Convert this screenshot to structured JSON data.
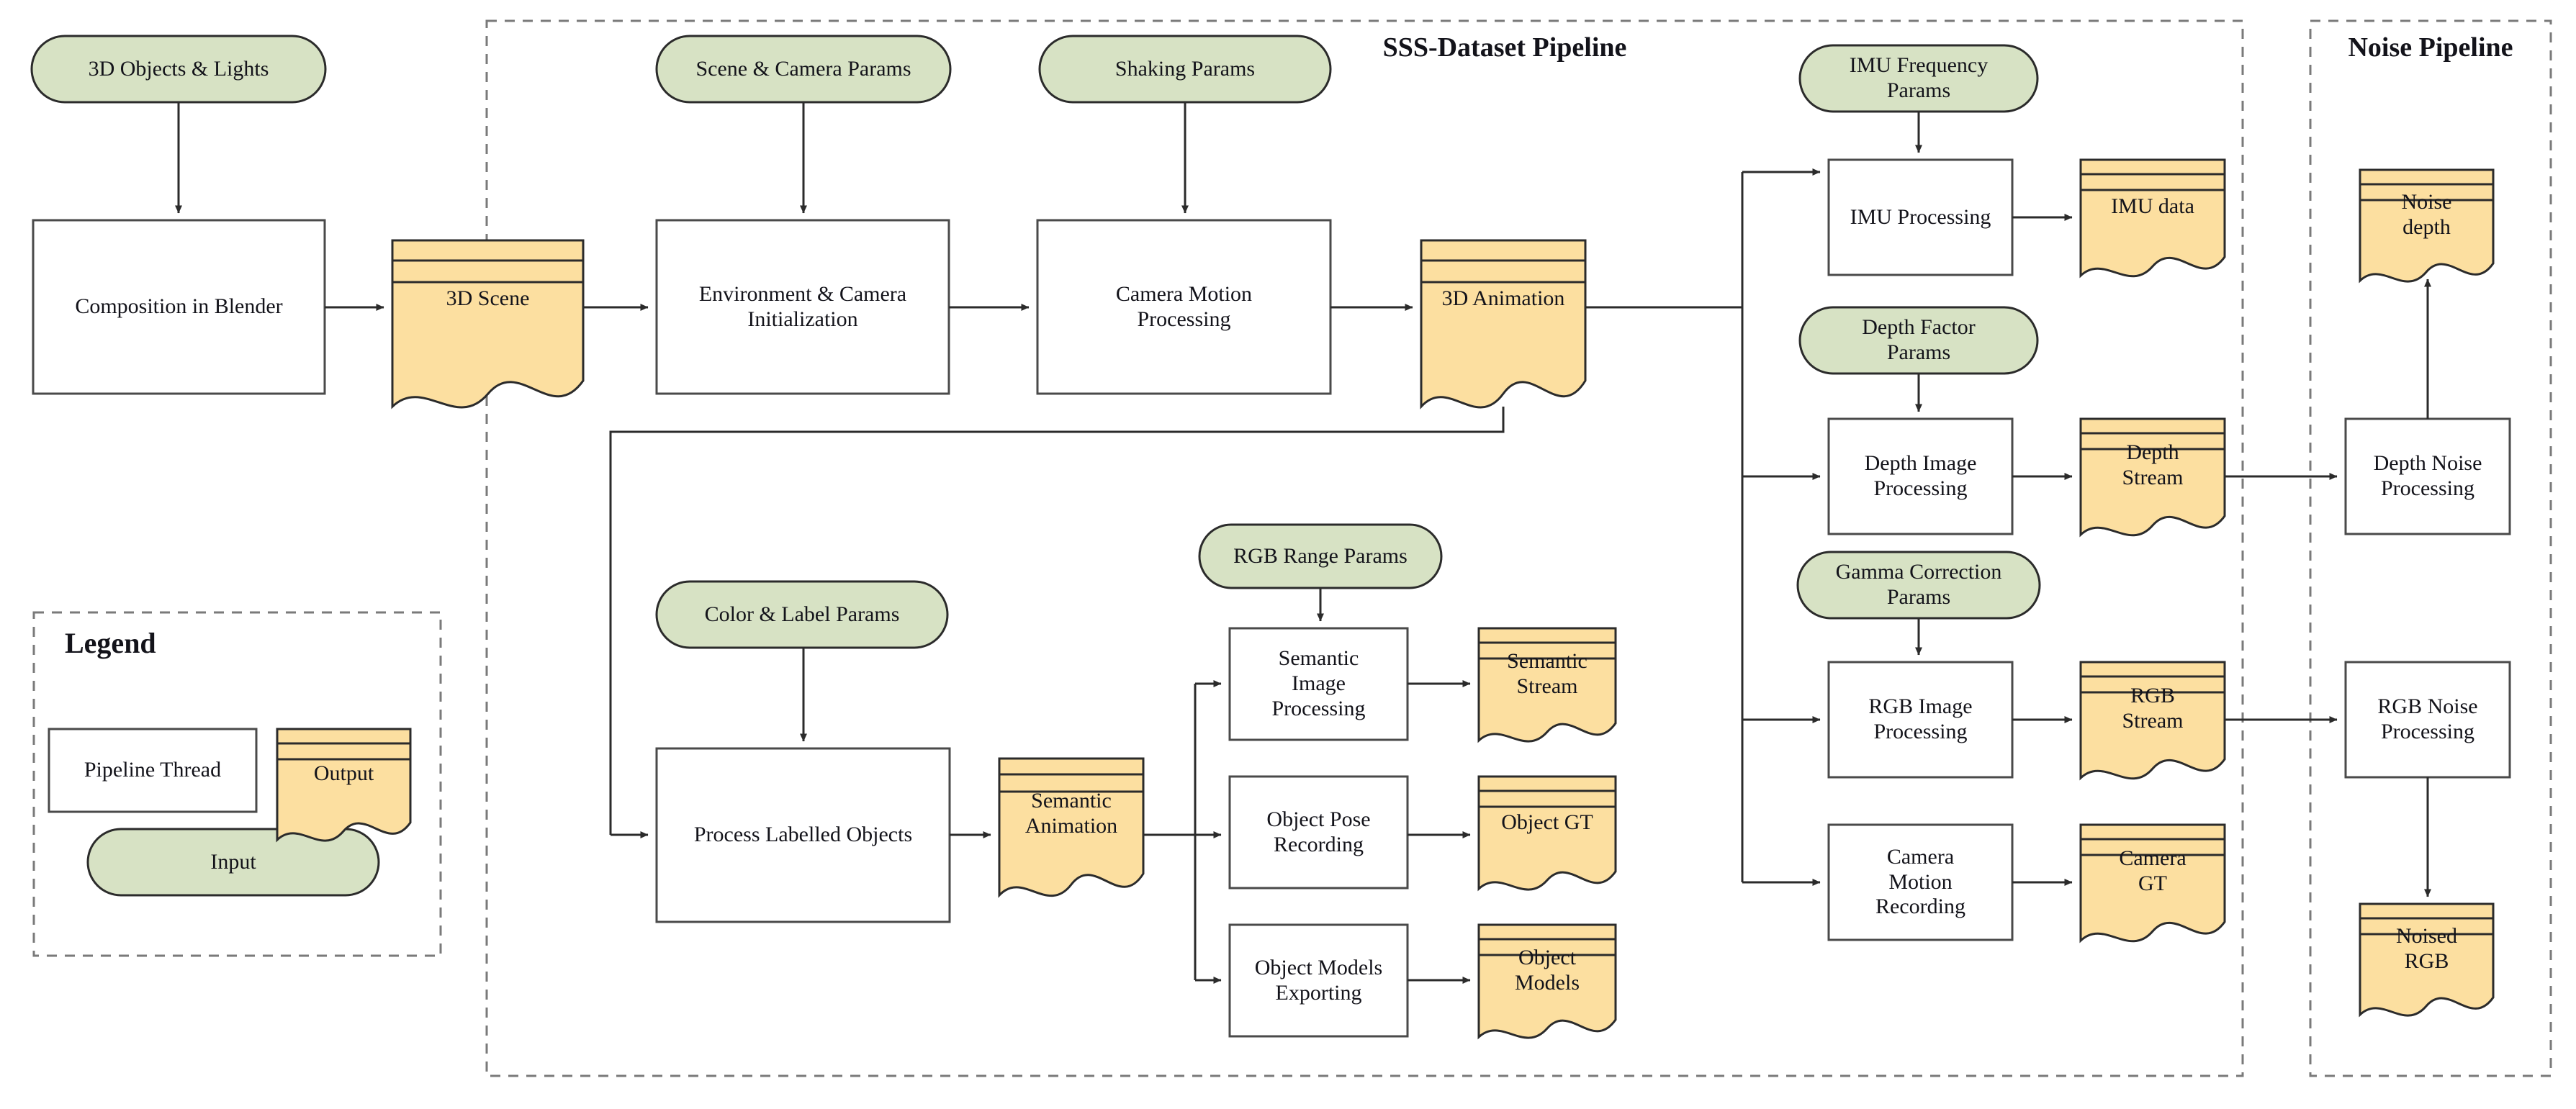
{
  "diagram": {
    "title_main": "SSS-Dataset Pipeline",
    "title_noise": "Noise Pipeline",
    "colors": {
      "input_fill": "#d7e2c4",
      "output_fill": "#fcdfa0",
      "process_fill": "#ffffff",
      "stroke": "#3b3b3b",
      "container_stroke": "#6a6a6a"
    }
  },
  "legend": {
    "title": "Legend",
    "process": "Pipeline  Thread",
    "output": "Output",
    "input": "Input"
  },
  "nodes": {
    "objects_lights": "3D Objects & Lights",
    "composition_blender": "Composition in Blender",
    "scene_3d": "3D Scene",
    "scene_camera_params": "Scene & Camera Params",
    "env_camera_init": "Environment & Camera\nInitialization",
    "shaking_params": "Shaking Params",
    "camera_motion_processing": "Camera Motion\nProcessing",
    "animation_3d": "3D Animation",
    "imu_frequency_params": "IMU Frequency\nParams",
    "imu_processing": "IMU Processing",
    "imu_data": "IMU data",
    "depth_factor_params": "Depth Factor\nParams",
    "depth_image_processing": "Depth Image\nProcessing",
    "depth_stream": "Depth\nStream",
    "gamma_correction_params": "Gamma Correction\nParams",
    "rgb_image_processing": "RGB Image\nProcessing",
    "rgb_stream": "RGB\nStream",
    "camera_motion_recording": "Camera\nMotion\nRecording",
    "camera_gt": "Camera\nGT",
    "color_label_params": "Color & Label Params",
    "process_labelled_objects": "Process Labelled Objects",
    "semantic_animation": "Semantic\nAnimation",
    "rgb_range_params": "RGB Range  Params",
    "semantic_image_processing": "Semantic\nImage\nProcessing",
    "semantic_stream": "Semantic\nStream",
    "object_pose_recording": "Object Pose\nRecording",
    "object_gt": "Object GT",
    "object_models_exporting": "Object Models\nExporting",
    "object_models": "Object\nModels",
    "depth_noise_processing": "Depth Noise\nProcessing",
    "noise_depth": "Noise\ndepth",
    "rgb_noise_processing": "RGB Noise\nProcessing",
    "noised_rgb": "Noised\nRGB"
  }
}
